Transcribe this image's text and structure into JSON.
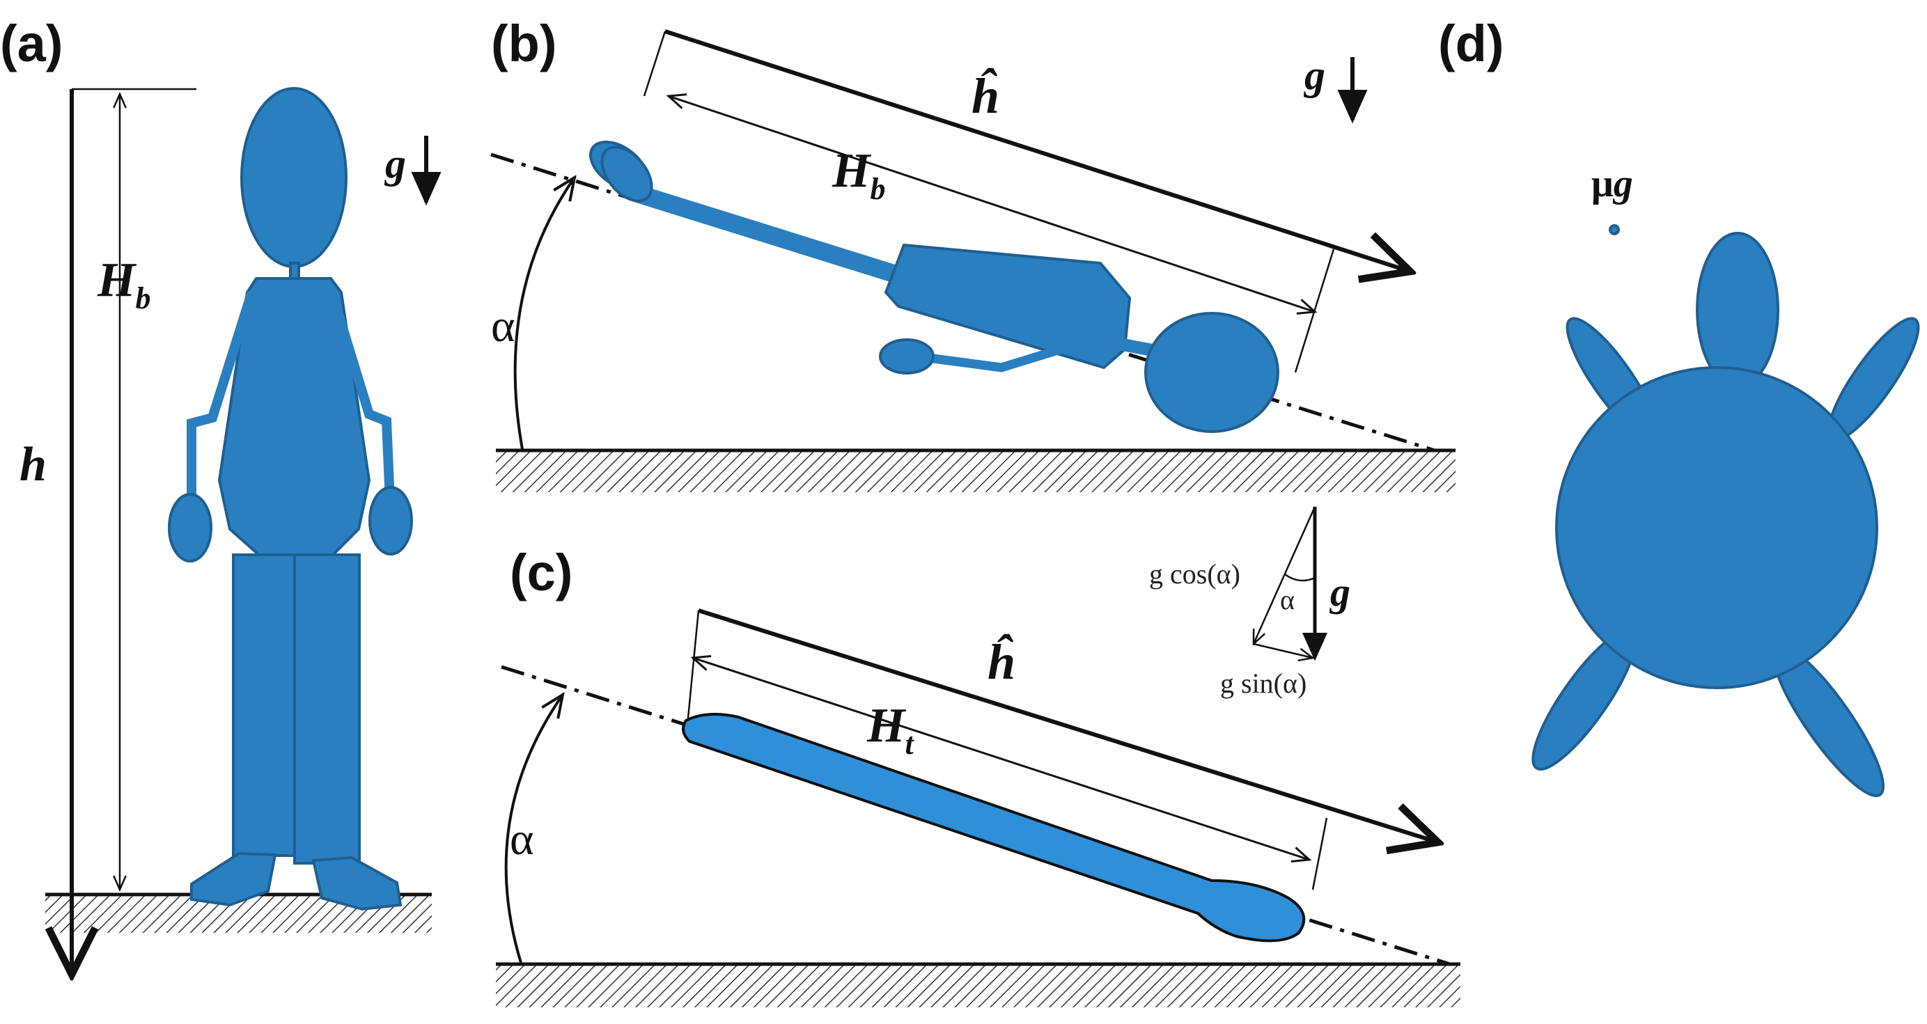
{
  "panels": {
    "a": "(a)",
    "b": "(b)",
    "c": "(c)",
    "d": "(d)"
  },
  "symbols": {
    "height_total": "h",
    "body_height": "H",
    "body_height_sub": "b",
    "tail_height": "H",
    "tail_height_sub": "t",
    "h_hat": "ĥ",
    "gravity": "g",
    "microgravity": "μg",
    "alpha": "α"
  },
  "decomposition": {
    "cos_label": "g cos(α)",
    "sin_label": "g sin(α)",
    "alpha_label": "α",
    "g_label": "g"
  },
  "colors": {
    "body_fill": "#2a7fc0",
    "body_stroke": "#1f5f92",
    "ink": "#111111"
  }
}
